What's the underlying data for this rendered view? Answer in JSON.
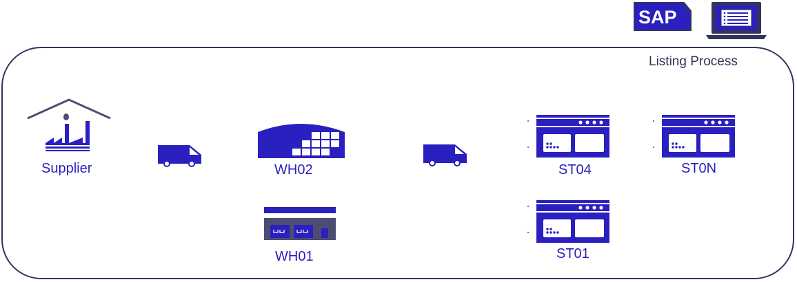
{
  "header": {
    "sap_logo_text": "SAP",
    "listing_process_label": "Listing Process"
  },
  "nodes": {
    "supplier": "Supplier",
    "wh02": "WH02",
    "wh01": "WH01",
    "st04": "ST04",
    "st0n": "ST0N",
    "st01": "ST01"
  },
  "colors": {
    "primary": "#2a1fbf",
    "frame": "#33335e",
    "slate": "#4d4d73",
    "white": "#ffffff"
  }
}
